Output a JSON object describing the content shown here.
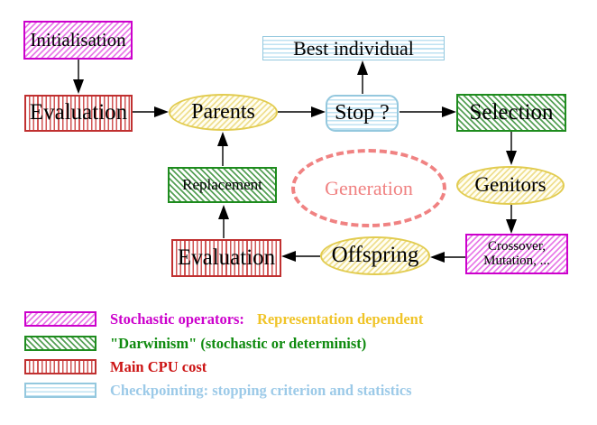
{
  "nodes": {
    "initialisation": {
      "label": "Initialisation"
    },
    "evaluation_top": {
      "label": "Evaluation"
    },
    "parents": {
      "label": "Parents"
    },
    "best_individual": {
      "label": "Best individual"
    },
    "stop": {
      "label": "Stop ?"
    },
    "selection": {
      "label": "Selection"
    },
    "replacement": {
      "label": "Replacement"
    },
    "generation": {
      "label": "Generation"
    },
    "genitors": {
      "label": "Genitors"
    },
    "evaluation_bottom": {
      "label": "Evaluation"
    },
    "offspring": {
      "label": "Offspring"
    },
    "crossover_mutation": {
      "line1": "Crossover,",
      "line2": "Mutation, ..."
    }
  },
  "legend": {
    "items": [
      {
        "swatch": "magenta-diagonal-hatch",
        "label": "Stochastic operators:",
        "label_color": "#CC00CC",
        "label_secondary": "Representation dependent",
        "label_secondary_color": "#F0C428"
      },
      {
        "swatch": "green-diagonal-hatch",
        "label": "\"Darwinism\" (stochastic or determinist)",
        "label_color": "#0E8A0E"
      },
      {
        "swatch": "red-vertical-stripes",
        "label": "Main CPU cost",
        "label_color": "#CC1414"
      },
      {
        "swatch": "cyan-horizontal-stripes",
        "label": "Checkpointing: stopping criterion and statistics",
        "label_color": "#9CCAE8"
      }
    ]
  },
  "colors": {
    "magenta": "#CC00CC",
    "green": "#1E8C1E",
    "red": "#C03030",
    "cyan_border": "#94C8DE",
    "yellow_border": "#E2CC50",
    "salmon": "#F08282",
    "gold_text": "#F0C428",
    "background": "#FFFFFF"
  }
}
